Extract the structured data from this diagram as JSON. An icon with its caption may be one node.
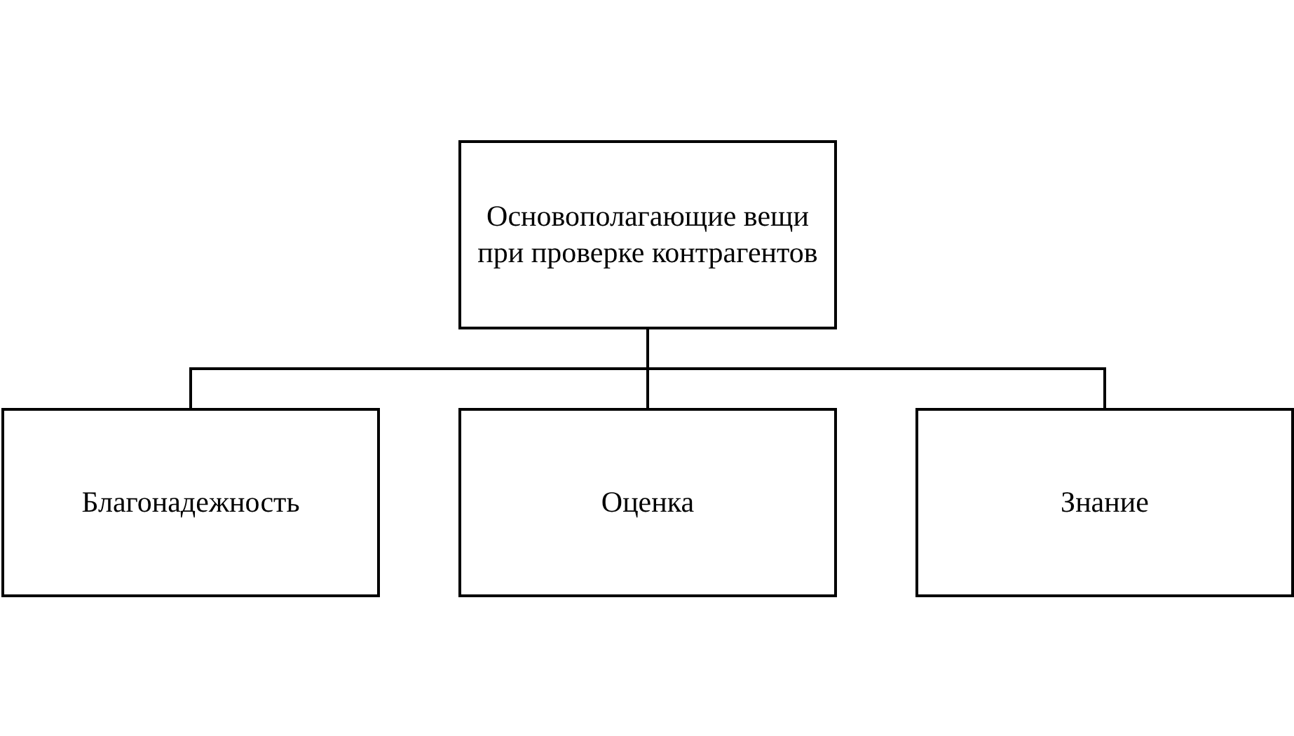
{
  "diagram": {
    "nodes": [
      {
        "text": [
          "Основополагающие вещи при проверке контрагентов"
        ]
      },
      {
        "text": [
          "Благонадежность"
        ]
      },
      {
        "text": [
          "Оценка"
        ]
      },
      {
        "text": [
          "Знание"
        ]
      }
    ],
    "edges": [
      {
        "from": 0,
        "to": 1,
        "arrow": "none"
      },
      {
        "from": 0,
        "to": 2,
        "arrow": "none"
      },
      {
        "from": 0,
        "to": 3,
        "arrow": "none"
      }
    ]
  }
}
